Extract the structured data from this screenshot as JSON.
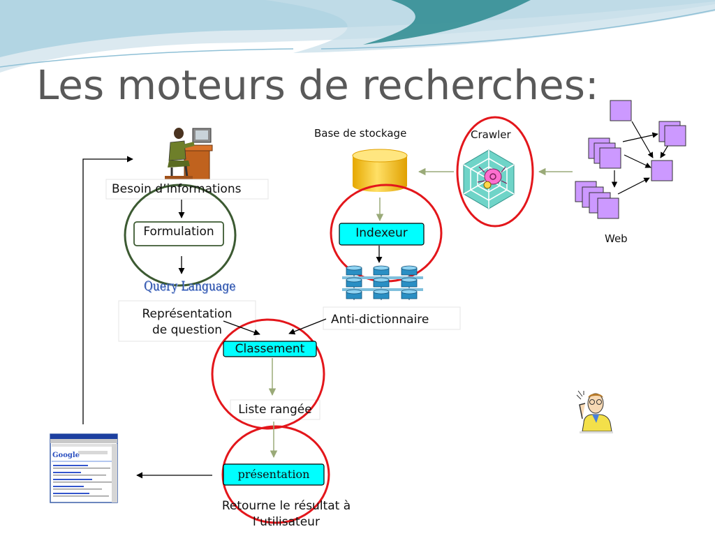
{
  "slide": {
    "title": "Les moteurs de recherches:"
  },
  "labels": {
    "besoin": "Besoin d’informations",
    "formulation": "Formulation",
    "query_language": "Query Language",
    "representation_line1": "Représentation",
    "representation_line2": "de question",
    "base_stockage": "Base de stockage",
    "crawler": "Crawler",
    "web": "Web",
    "indexeur": "Indexeur",
    "anti_dictionnaire": "Anti-dictionnaire",
    "classement": "Classement",
    "liste_rangee": "Liste rangée",
    "presentation": "présentation",
    "retourne_line1": "Retourne le résultat à",
    "retourne_line2": "l’utilisateur"
  },
  "colors": {
    "title": "#595959",
    "box_fill": "#00ffff",
    "highlight_red": "#e3161b",
    "highlight_green": "#3c5a32",
    "arrow_gray_green": "#9aaa78",
    "web_node_fill": "#cc99ff",
    "database_yellow": "#ffcc00"
  },
  "icons": {
    "user_at_computer": "person-at-computer-icon",
    "database": "database-cylinder-icon",
    "crawler": "spider-web-icon",
    "index_grid": "index-blocks-icon",
    "screenshot": "browser-results-icon",
    "thinking_person": "thinking-person-icon"
  }
}
